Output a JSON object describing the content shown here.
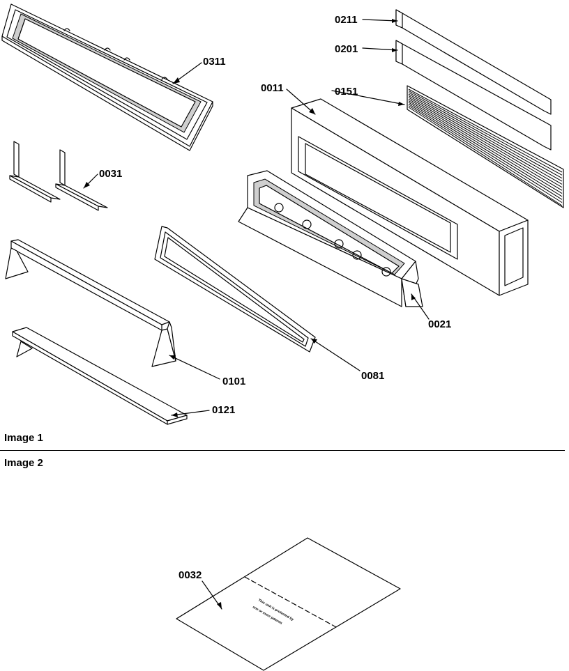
{
  "sections": [
    {
      "caption": "Image 1"
    },
    {
      "caption": "Image 2"
    }
  ],
  "parts": [
    {
      "number": "0311"
    },
    {
      "number": "0031"
    },
    {
      "number": "0011"
    },
    {
      "number": "0151"
    },
    {
      "number": "0211"
    },
    {
      "number": "0201"
    },
    {
      "number": "0021"
    },
    {
      "number": "0101"
    },
    {
      "number": "0081"
    },
    {
      "number": "0121"
    },
    {
      "number": "0032"
    }
  ],
  "label_text": {
    "line1": "This unit is protected by",
    "line2": "one or more patents"
  }
}
